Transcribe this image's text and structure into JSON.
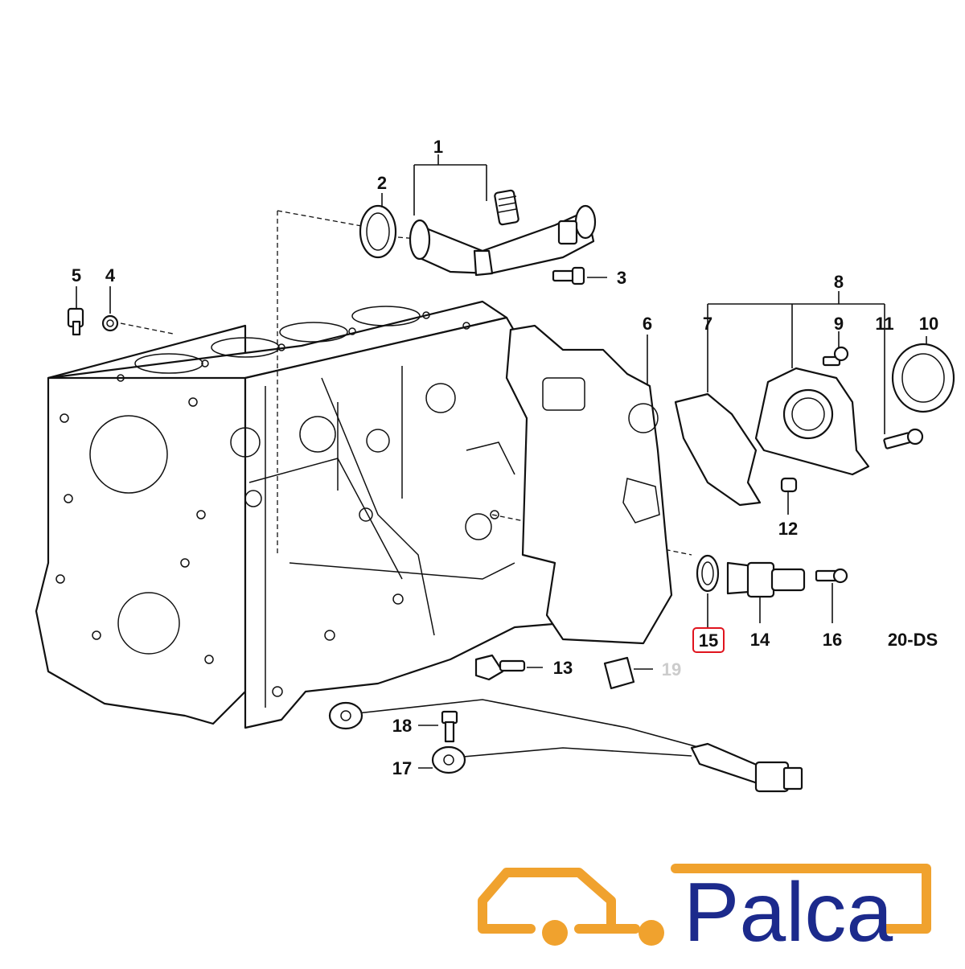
{
  "diagram": {
    "code": "20-DS",
    "highlighted_callout": "15",
    "highlight_color": "#e0141e",
    "faded_callout": "19",
    "callouts": {
      "c1": "1",
      "c2": "2",
      "c3": "3",
      "c4": "4",
      "c5": "5",
      "c6": "6",
      "c7": "7",
      "c8": "8",
      "c9": "9",
      "c10": "10",
      "c11": "11",
      "c12": "12",
      "c13": "13",
      "c14": "14",
      "c15": "15",
      "c16": "16",
      "c17": "17",
      "c18": "18",
      "c19": "19"
    }
  },
  "watermark": {
    "text": "palca"
  },
  "logo": {
    "text": "Palca",
    "text_color": "#1c2a8c",
    "icon_color": "#f0a22e"
  }
}
